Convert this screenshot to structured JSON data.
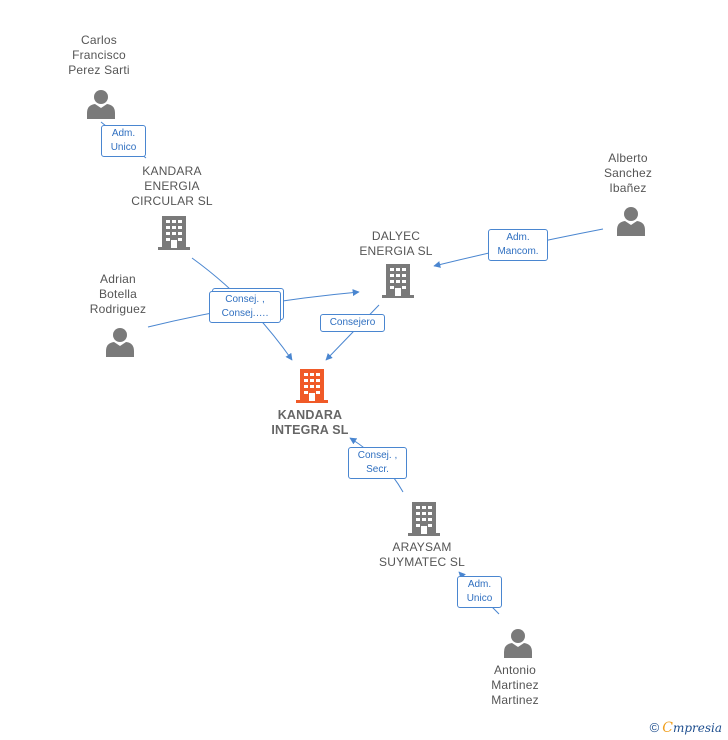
{
  "colors": {
    "building": "#7a7a7a",
    "main_building": "#f05a28",
    "person": "#7a7a7a",
    "edge": "#4a86d0"
  },
  "nodes": [
    {
      "id": "carlos",
      "kind": "person-icon",
      "label": "Carlos\nFrancisco\nPerez Sarti"
    },
    {
      "id": "kandara_circular",
      "kind": "building-icon",
      "label": "KANDARA\nENERGIA\nCIRCULAR  SL"
    },
    {
      "id": "alberto",
      "kind": "person-icon",
      "label": "Alberto\nSanchez\nIbañez"
    },
    {
      "id": "dalyec",
      "kind": "building-icon",
      "label": "DALYEC\nENERGIA  SL"
    },
    {
      "id": "adrian",
      "kind": "person-icon",
      "label": "Adrian\nBotella\nRodriguez"
    },
    {
      "id": "kandara_integra",
      "kind": "building-icon",
      "label": "KANDARA\nINTEGRA  SL",
      "main": true
    },
    {
      "id": "araysam",
      "kind": "building-icon",
      "label": "ARAYSAM\nSUYMATEC  SL"
    },
    {
      "id": "antonio",
      "kind": "person-icon",
      "label": "Antonio\nMartinez\nMartinez"
    }
  ],
  "edges": [
    {
      "from": "carlos",
      "to": "kandara_circular",
      "label": "Adm.\nUnico"
    },
    {
      "from": "alberto",
      "to": "dalyec",
      "label": "Adm.\nMancom."
    },
    {
      "from": "adrian",
      "to": "dalyec",
      "label": "Consej. ,\nConsej.…."
    },
    {
      "from": "kandara_circular",
      "to": "kandara_integra",
      "label": ""
    },
    {
      "from": "dalyec",
      "to": "kandara_integra",
      "label": "Consejero"
    },
    {
      "from": "araysam",
      "to": "kandara_integra",
      "label": "Consej. ,\nSecr."
    },
    {
      "from": "antonio",
      "to": "araysam",
      "label": "Adm.\nUnico"
    }
  ],
  "footer": {
    "copyright": "©",
    "brand_first": "C",
    "brand_rest": "mpresia"
  }
}
